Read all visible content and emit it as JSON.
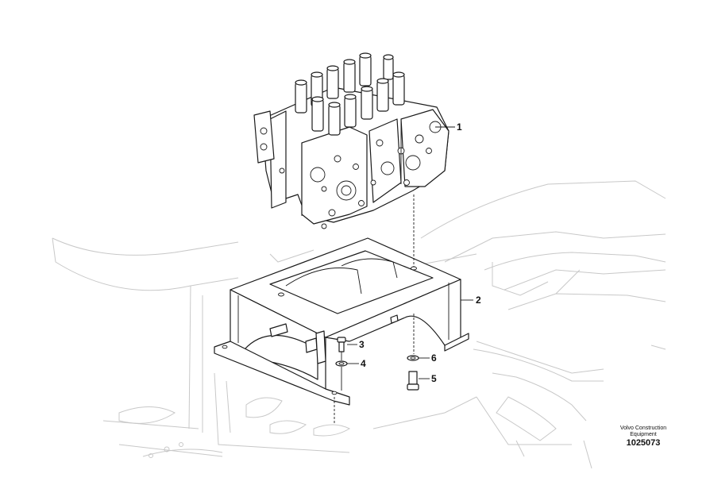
{
  "callouts": [
    {
      "id": "1",
      "label": "1"
    },
    {
      "id": "2",
      "label": "2"
    },
    {
      "id": "3",
      "label": "3"
    },
    {
      "id": "4",
      "label": "4"
    },
    {
      "id": "5",
      "label": "5"
    },
    {
      "id": "6",
      "label": "6"
    }
  ],
  "caption": {
    "line1": "Volvo Construction",
    "line2": "Equipment"
  },
  "document_number": "1025073"
}
